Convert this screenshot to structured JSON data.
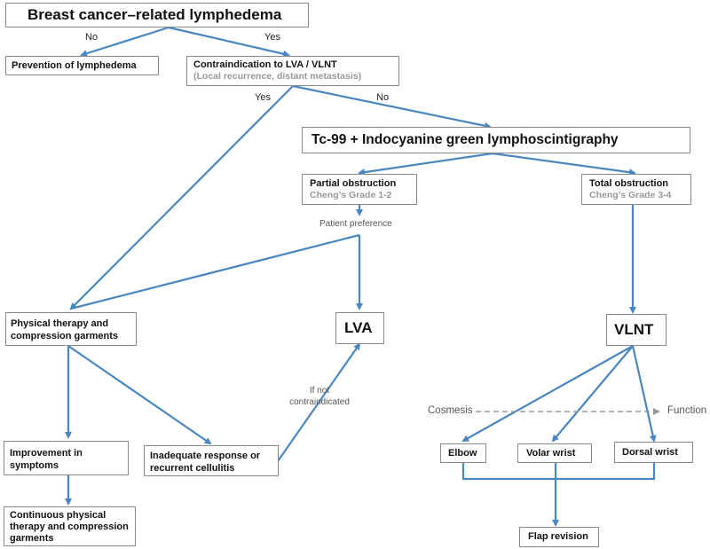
{
  "colors": {
    "arrow": "#4a86c0",
    "box_border": "#8a8a8a",
    "gray_text": "#999999"
  },
  "nodes": {
    "bcrl": "Breast cancer–related lymphedema",
    "prevention": "Prevention of lymphedema",
    "contra": {
      "title": "Contraindication to LVA / VLNT",
      "sub": "(Local recurrence, distant metastasis)"
    },
    "tc99": "Tc-99 + Indocyanine green lymphoscintigraphy",
    "partial": {
      "title": "Partial obstruction",
      "sub": "Cheng’s Grade 1-2"
    },
    "total": {
      "title": "Total obstruction",
      "sub": "Cheng’s Grade 3-4"
    },
    "pt": "Physical therapy and compression garments",
    "lva": "LVA",
    "vlnt": "VLNT",
    "improve": "Improvement in symptoms",
    "inadequate": "Inadequate response or recurrent cellulitis",
    "continuous": "Continuous physical therapy and compression garments",
    "elbow": "Elbow",
    "volar": "Volar wrist",
    "dorsal": "Dorsal wrist",
    "flap": "Flap revision"
  },
  "labels": {
    "no1": "No",
    "yes1": "Yes",
    "yes2": "Yes",
    "no2": "No",
    "patient_pref": "Patient preference",
    "if_not": "If not contraindicated",
    "cosmesis": "Cosmesis",
    "function": "Function"
  }
}
